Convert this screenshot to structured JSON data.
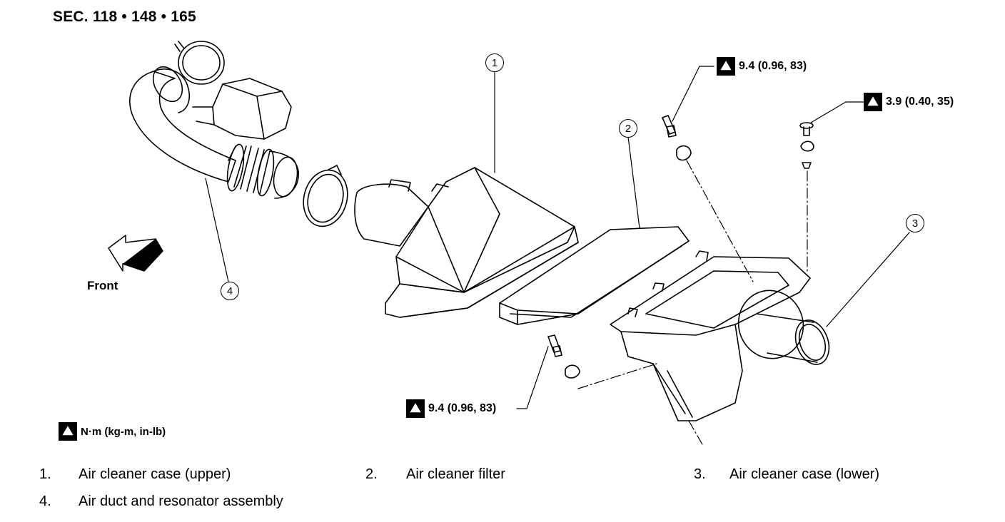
{
  "header": {
    "section": "SEC. 118 • 148 • 165"
  },
  "torque_specs": {
    "top_bolt": "9.4 (0.96, 83)",
    "right_bolt": "3.9 (0.40, 35)",
    "bottom_bolt": "9.4 (0.96, 83)",
    "unit_legend": "N·m (kg-m, in-lb)"
  },
  "direction": {
    "label": "Front"
  },
  "callouts": [
    "1",
    "2",
    "3",
    "4"
  ],
  "legend": [
    {
      "num": "1.",
      "label": "Air cleaner case (upper)"
    },
    {
      "num": "2.",
      "label": "Air cleaner filter"
    },
    {
      "num": "3.",
      "label": "Air cleaner case (lower)"
    },
    {
      "num": "4.",
      "label": "Air duct and resonator assembly"
    }
  ],
  "icons": {
    "torque": "torque-wrench-icon",
    "front": "front-arrow-icon"
  }
}
